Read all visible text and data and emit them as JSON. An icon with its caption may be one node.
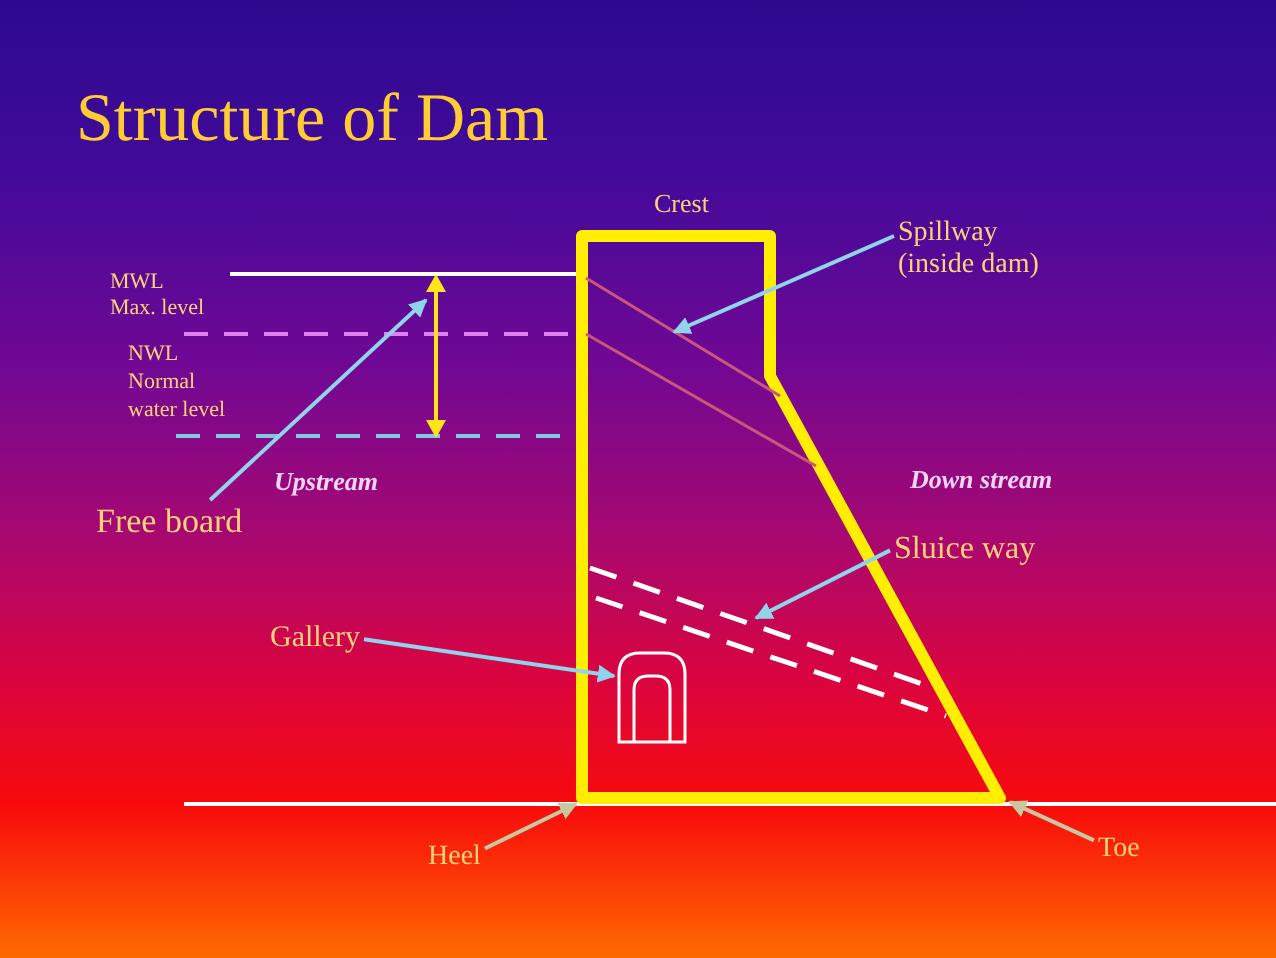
{
  "diagram": {
    "title": "Structure of Dam",
    "nodes": [
      {
        "text": [
          "Spillway (inside dam)"
        ]
      },
      {
        "text": [],
        "shape": "polygon"
      },
      {
        "text": [],
        "shape": "line",
        "in": 1
      },
      {
        "text": [],
        "shape": "line",
        "in": 1
      },
      {
        "text": [],
        "shape": "arch",
        "in": 1
      },
      {
        "text": [],
        "shape": "arrow"
      },
      {
        "text": [
          "Free board"
        ]
      },
      {
        "text": [
          "Sluice way"
        ]
      },
      {
        "text": [
          "Gallery"
        ]
      },
      {
        "text": [
          "Heel"
        ]
      },
      {
        "text": [
          "Toe"
        ]
      }
    ],
    "edges": [
      {
        "from": 0,
        "to": 2,
        "arrow": "to"
      },
      {
        "from": 6,
        "to": 5,
        "arrow": "to"
      },
      {
        "from": 7,
        "to": 3,
        "arrow": "to"
      },
      {
        "from": 8,
        "to": 4,
        "arrow": "to"
      },
      {
        "from": 9,
        "to": 1,
        "arrow": "to",
        "color": "#c8c8a0"
      },
      {
        "from": 10,
        "to": 1,
        "arrow": "to",
        "color": "#c8c8a0"
      }
    ],
    "labels": [
      "Crest",
      "MWL",
      "Max. level",
      "NWL",
      "Normal water level",
      "Upstream",
      "Down stream"
    ]
  }
}
